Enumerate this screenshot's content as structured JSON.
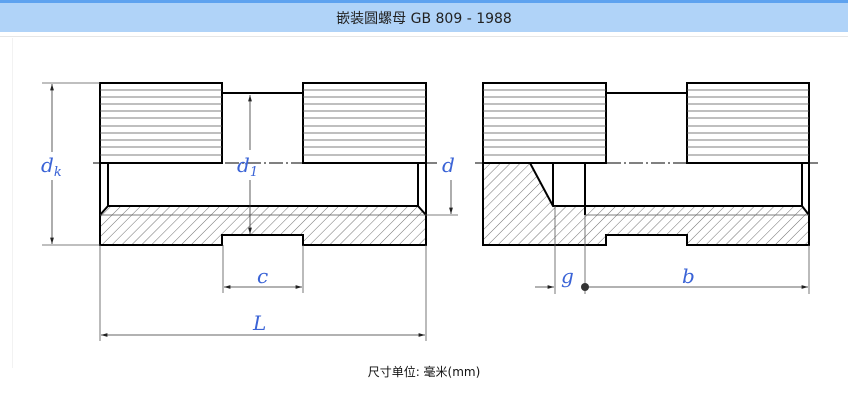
{
  "header": {
    "title": "嵌装圆螺母 GB 809 - 1988"
  },
  "drawing": {
    "labels": {
      "dk_main": "d",
      "dk_sub": "k",
      "d1_main": "d",
      "d1_sub": "1",
      "d": "d",
      "c": "c",
      "L": "L",
      "g": "g",
      "b": "b"
    }
  },
  "caption": "尺寸单位: 毫米(mm)"
}
